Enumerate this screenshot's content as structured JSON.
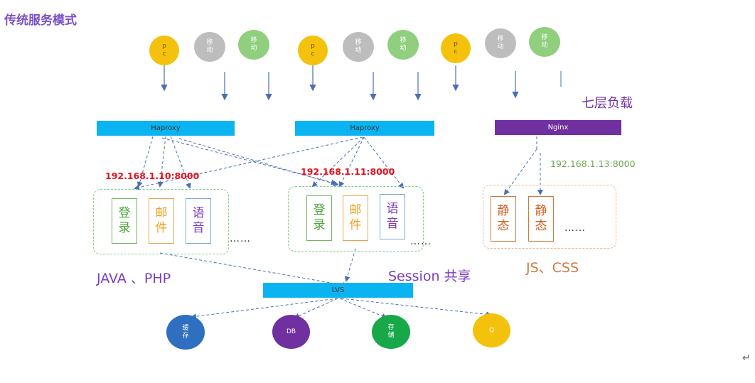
{
  "title": "传统服务模式",
  "clients": [
    {
      "l1": "p",
      "l2": "c",
      "kind": "pc"
    },
    {
      "l1": "移",
      "l2": "动",
      "kind": "gray"
    },
    {
      "l1": "移",
      "l2": "动",
      "kind": "green"
    },
    {
      "l1": "p",
      "l2": "c",
      "kind": "pc"
    },
    {
      "l1": "移",
      "l2": "动",
      "kind": "gray"
    },
    {
      "l1": "移",
      "l2": "动",
      "kind": "green"
    },
    {
      "l1": "p",
      "l2": "c",
      "kind": "pc"
    },
    {
      "l1": "移",
      "l2": "动",
      "kind": "gray"
    },
    {
      "l1": "移",
      "l2": "动",
      "kind": "green"
    }
  ],
  "layer7_label": "七层负载",
  "balancers": [
    "Haproxy",
    "Haproxy",
    "Nginx"
  ],
  "ips": [
    "192.168.1.10:8000",
    "192.168.1.11:8000",
    "192.168.1.13:8000"
  ],
  "cluster1": [
    {
      "l1": "登",
      "l2": "录"
    },
    {
      "l1": "邮",
      "l2": "件"
    },
    {
      "l1": "语",
      "l2": "音"
    }
  ],
  "cluster2": [
    {
      "l1": "登",
      "l2": "录"
    },
    {
      "l1": "邮",
      "l2": "件"
    },
    {
      "l1": "语",
      "l2": "音"
    }
  ],
  "cluster3": [
    {
      "l1": "静",
      "l2": "态"
    },
    {
      "l1": "静",
      "l2": "态"
    }
  ],
  "dots": "……",
  "lang_label": "JAVA 、PHP",
  "session_label": "Session 共享",
  "static_label": "JS、CSS",
  "lvs": "LVS",
  "backends": [
    {
      "l1": "缓",
      "l2": "存",
      "color": "#2f6fc0"
    },
    {
      "l1": "DB",
      "l2": "",
      "color": "#7030a0"
    },
    {
      "l1": "存",
      "l2": "储",
      "color": "#18a84a"
    },
    {
      "l1": "Q",
      "l2": "",
      "color": "#f4c20d"
    }
  ],
  "return_mark": "↵"
}
